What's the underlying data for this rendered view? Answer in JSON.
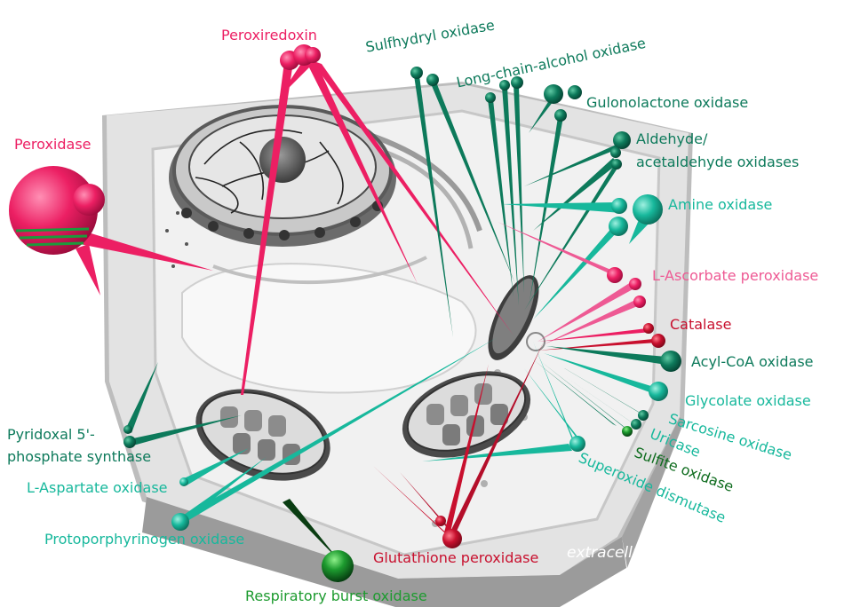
{
  "colors": {
    "dark_green": "#0d7a5b",
    "teal": "#17b89c",
    "pink": "#ec1f63",
    "light_pink": "#ee5a94",
    "red": "#c8102e",
    "dark_red": "#b40e2a",
    "bright_green": "#1d9b2f"
  },
  "labels": {
    "peroxiredoxin": "Peroxiredoxin",
    "sulfhydryl_oxidase": "Sulfhydryl oxidase",
    "long_chain_alcohol_oxidase": "Long-chain-alcohol oxidase",
    "gulonolactone_oxidase": "Gulonolactone oxidase",
    "aldehyde_line1": "Aldehyde/",
    "aldehyde_line2": "acetaldehyde oxidases",
    "amine_oxidase": "Amine oxidase",
    "l_ascorbate_peroxidase": "L-Ascorbate peroxidase",
    "catalase": "Catalase",
    "acyl_coa_oxidase": "Acyl-CoA oxidase",
    "glycolate_oxidase": "Glycolate oxidase",
    "sarcosine_oxidase": "Sarcosine oxidase",
    "uricase": "Uricase",
    "sulfite_oxidase": "Sulfite oxidase",
    "superoxide_dismutase": "Superoxide dismutase",
    "glutathione_peroxidase": "Glutathione peroxidase",
    "respiratory_burst_oxidase": "Respiratory burst oxidase",
    "protoporphyrinogen_oxidase": "Protoporphyrinogen oxidase",
    "l_aspartate_oxidase": "L-Aspartate oxidase",
    "pyridoxal_line1": "Pyridoxal 5'-",
    "pyridoxal_line2": "phosphate synthase",
    "peroxidase": "Peroxidase",
    "extracellular": "extracellular"
  }
}
